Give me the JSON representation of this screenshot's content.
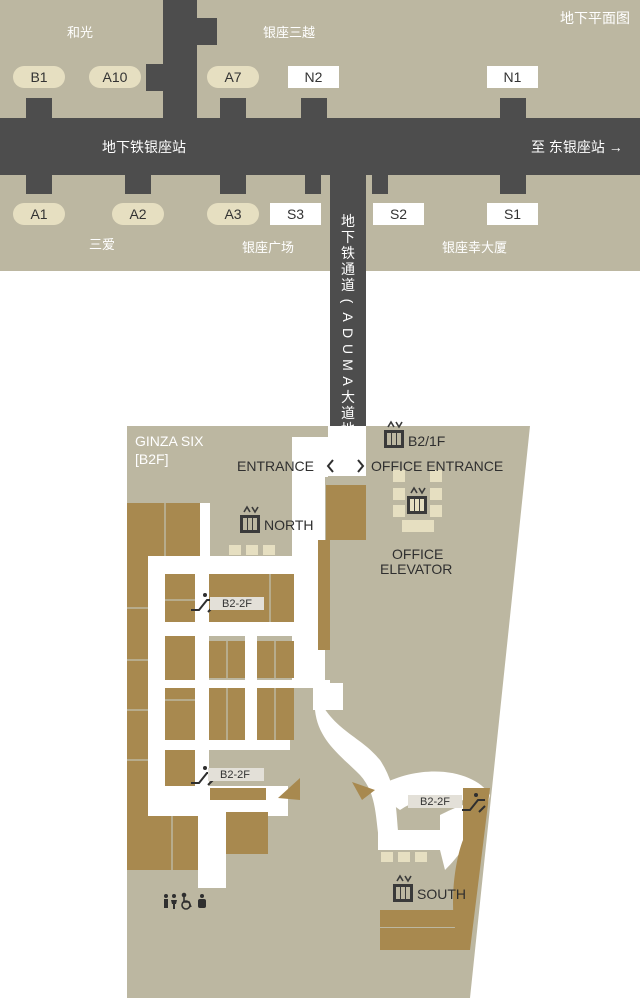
{
  "header": {
    "title": "地下平面图"
  },
  "station": {
    "name": "地下铁银座站",
    "direction": "至 东银座站 →"
  },
  "buildings": {
    "wako": "和光",
    "mitsukoshi": "银座三越",
    "mitsubishi": "三爱",
    "ginza_place": "银座广场",
    "ginza_kou": "银座幸大厦"
  },
  "exits_top": [
    {
      "id": "B1",
      "style": "pill"
    },
    {
      "id": "A10",
      "style": "pill"
    },
    {
      "id": "A7",
      "style": "pill"
    },
    {
      "id": "N2",
      "style": "box"
    },
    {
      "id": "N1",
      "style": "box"
    }
  ],
  "exits_bottom": [
    {
      "id": "A1",
      "style": "pill"
    },
    {
      "id": "A2",
      "style": "pill"
    },
    {
      "id": "A3",
      "style": "pill"
    },
    {
      "id": "S3",
      "style": "box"
    },
    {
      "id": "S2",
      "style": "box"
    },
    {
      "id": "S1",
      "style": "box"
    }
  ],
  "underground_passage": "地下铁通道(ADUMA大道地下)",
  "ginza_six": {
    "name": "GINZA SIX",
    "floor": "[B2F]",
    "entrance": "ENTRANCE",
    "office_entrance": "OFFICE ENTRANCE",
    "elevator_b2_1f": "B2/1F",
    "north": "NORTH",
    "office_elevator_line1": "OFFICE",
    "office_elevator_line2": "ELEVATOR",
    "south": "SOUTH",
    "escalators": [
      "B2-2F",
      "B2-2F",
      "B2-2F"
    ]
  },
  "icons": [
    "elevator-icon",
    "escalator-icon",
    "restroom-icon",
    "accessible-icon",
    "baby-room-icon",
    "arrow-left-icon",
    "arrow-right-icon"
  ],
  "colors": {
    "beige": "#bcb7a1",
    "track": "#4d4d4d",
    "shop": "#a8894f",
    "pill": "#e6dfc1",
    "corridor": "#ffffff"
  }
}
